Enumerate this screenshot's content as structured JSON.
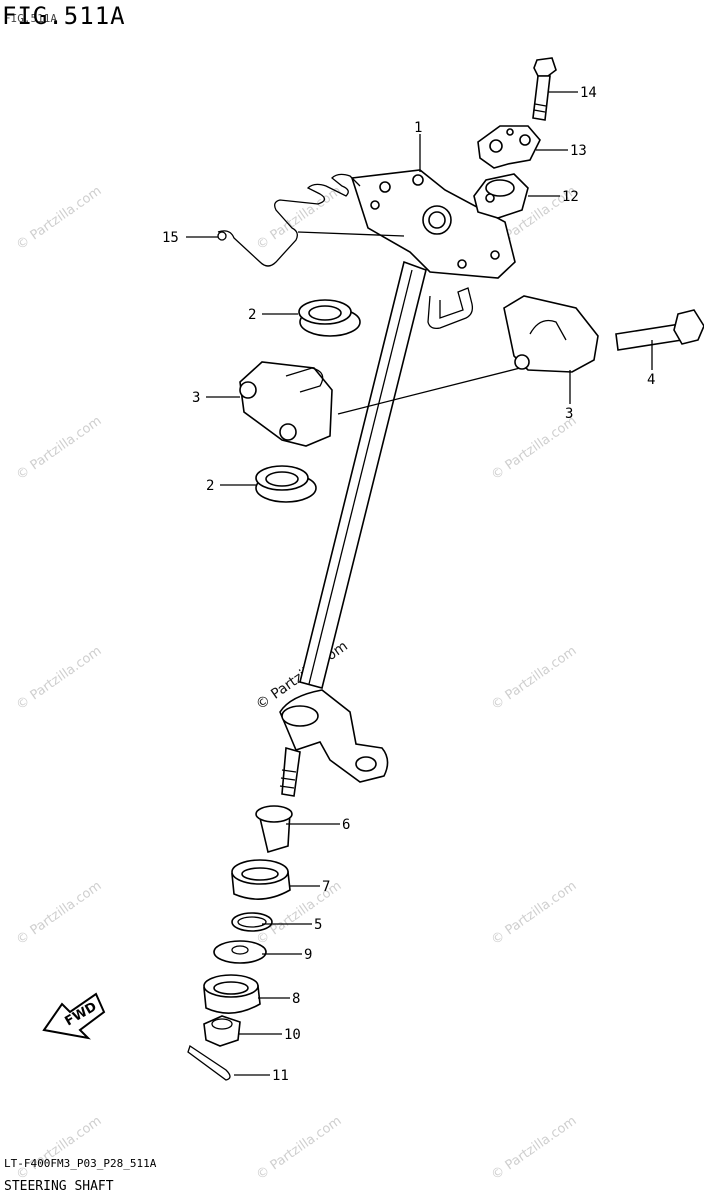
{
  "header": {
    "figure_title": "FIG.511A",
    "figure_subtitle": "FIG.511A"
  },
  "footer": {
    "model_code": "LT-F400FM3_P03_P28_511A",
    "section_title": "STEERING SHAFT"
  },
  "fwd_label": "FWD",
  "watermark": "© Partzilla.com",
  "callouts": [
    {
      "id": "1",
      "label": "1"
    },
    {
      "id": "2a",
      "label": "2"
    },
    {
      "id": "2b",
      "label": "2"
    },
    {
      "id": "3a",
      "label": "3"
    },
    {
      "id": "3b",
      "label": "3"
    },
    {
      "id": "4",
      "label": "4"
    },
    {
      "id": "5",
      "label": "5"
    },
    {
      "id": "6",
      "label": "6"
    },
    {
      "id": "7",
      "label": "7"
    },
    {
      "id": "8",
      "label": "8"
    },
    {
      "id": "9",
      "label": "9"
    },
    {
      "id": "10",
      "label": "10"
    },
    {
      "id": "11",
      "label": "11"
    },
    {
      "id": "12",
      "label": "12"
    },
    {
      "id": "13",
      "label": "13"
    },
    {
      "id": "14",
      "label": "14"
    },
    {
      "id": "15",
      "label": "15"
    }
  ]
}
